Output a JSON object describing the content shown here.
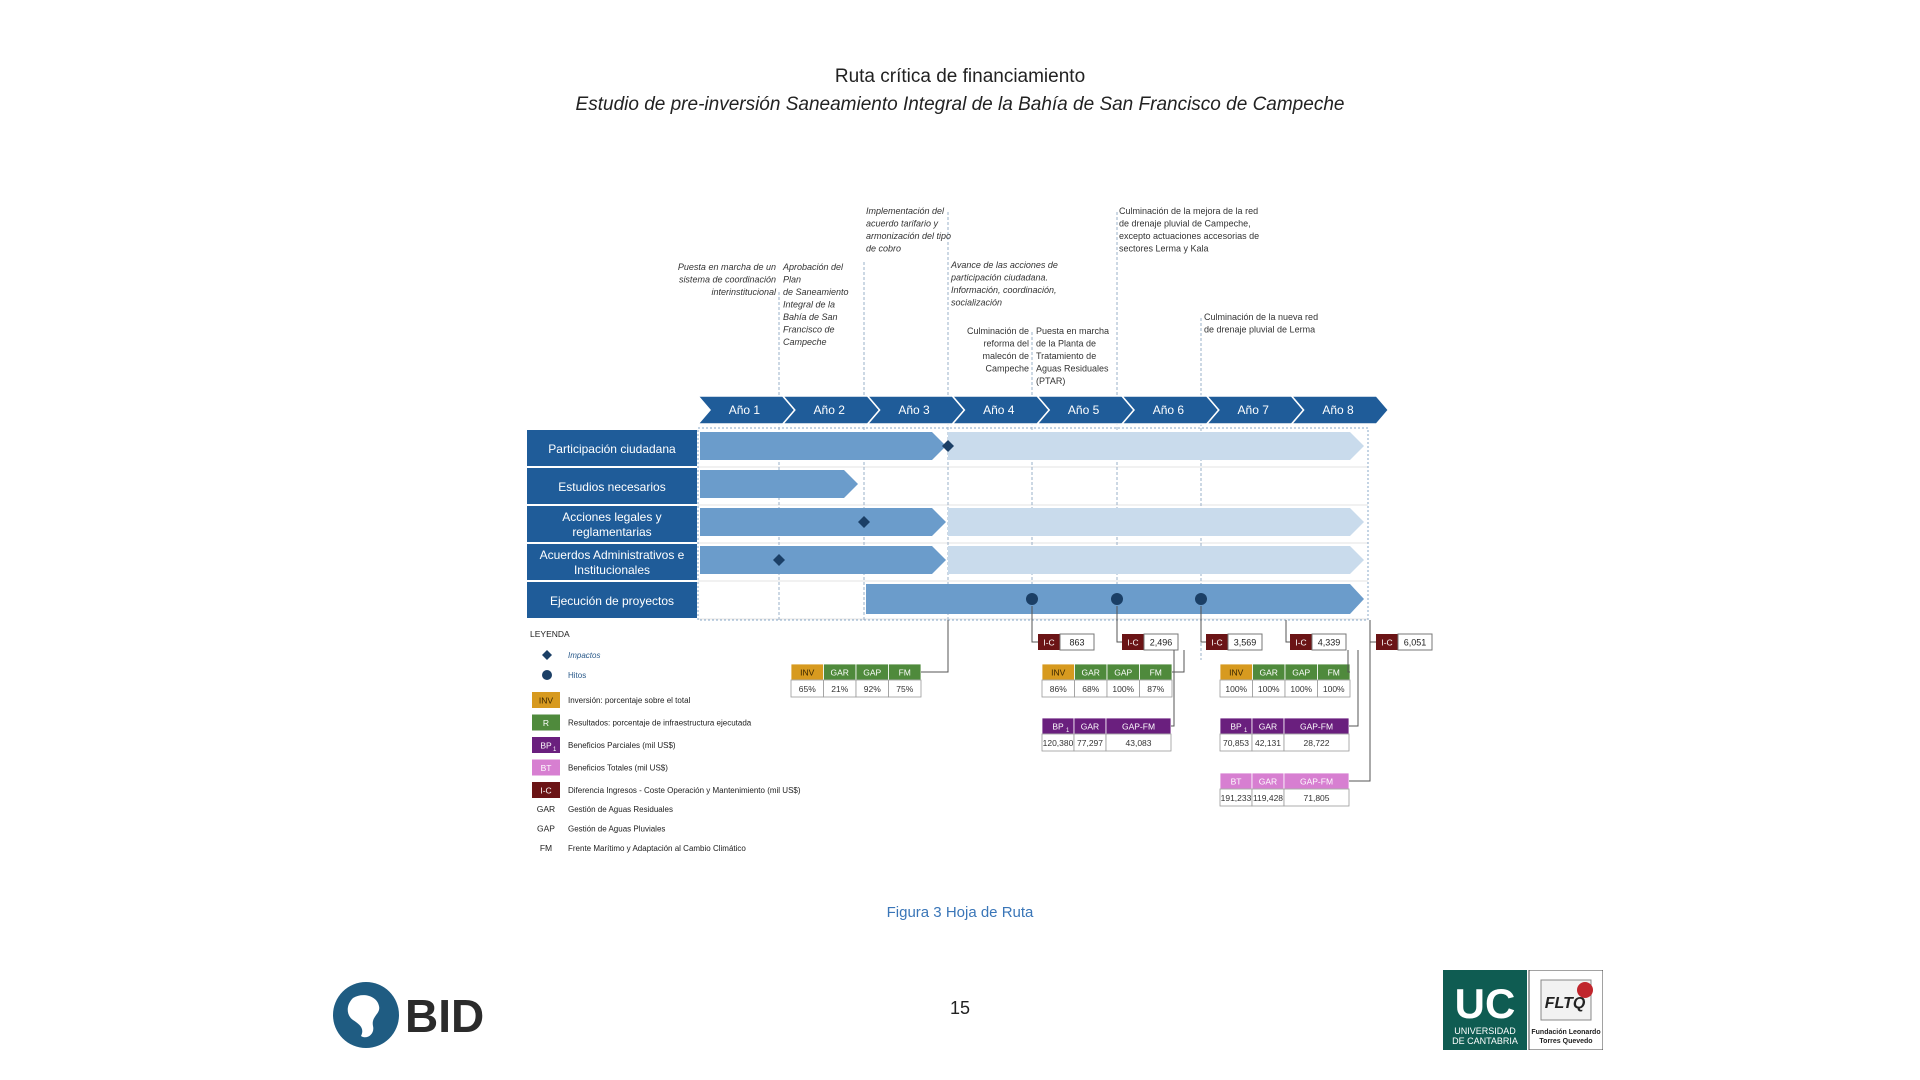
{
  "header": {
    "title": "Ruta crítica de financiamiento",
    "subtitle": "Estudio de pre-inversión Saneamiento Integral de la Bahía de San Francisco de Campeche"
  },
  "years": [
    "Año 1",
    "Año 2",
    "Año 3",
    "Año 4",
    "Año 5",
    "Año 6",
    "Año 7",
    "Año 8"
  ],
  "rows": [
    {
      "label1": "Participación ciudadana",
      "label2": ""
    },
    {
      "label1": "Estudios necesarios",
      "label2": ""
    },
    {
      "label1": "Acciones legales y",
      "label2": "reglamentarias"
    },
    {
      "label1": "Acuerdos Administrativos e",
      "label2": "Institucionales"
    },
    {
      "label1": "Ejecución de proyectos",
      "label2": ""
    }
  ],
  "annotations": {
    "a1": [
      "Puesta en marcha de un",
      "sistema de coordinación",
      "interinstitucional"
    ],
    "a2": [
      "Aprobación del",
      "Plan",
      "de Saneamiento",
      "Integral de la",
      "Bahía de San",
      "Francisco de",
      "Campeche"
    ],
    "a3": [
      "Implementación del",
      "acuerdo tarifario y",
      "armonización del tipo",
      "de cobro"
    ],
    "a4": [
      "Avance de las acciones de",
      "participación ciudadana.",
      "Información, coordinación,",
      "socialización"
    ],
    "a5": [
      "Culminación de",
      "reforma del",
      "malecón de",
      "Campeche"
    ],
    "a6": [
      "Puesta en marcha",
      "de la Planta de",
      "Tratamiento de",
      "Aguas Residuales",
      "(PTAR)"
    ],
    "a7": [
      "Culminación de la mejora de la red",
      "de drenaje pluvial de Campeche,",
      "excepto actuaciones accesorias de",
      "sectores Lerma y Kala"
    ],
    "a8": [
      "Culminación de la nueva red",
      "de drenaje pluvial de Lerma"
    ]
  },
  "ic_boxes": [
    {
      "label": "I-C",
      "value": "863"
    },
    {
      "label": "I-C",
      "value": "2,496"
    },
    {
      "label": "I-C",
      "value": "3,569"
    },
    {
      "label": "I-C",
      "value": "4,339"
    },
    {
      "label": "I-C",
      "value": "6,051"
    }
  ],
  "inv_tables": [
    {
      "headers": [
        "INV",
        "GAR",
        "GAP",
        "FM"
      ],
      "values": [
        "65%",
        "21%",
        "92%",
        "75%"
      ]
    },
    {
      "headers": [
        "INV",
        "GAR",
        "GAP",
        "FM"
      ],
      "values": [
        "86%",
        "68%",
        "100%",
        "87%"
      ]
    },
    {
      "headers": [
        "INV",
        "GAR",
        "GAP",
        "FM"
      ],
      "values": [
        "100%",
        "100%",
        "100%",
        "100%"
      ]
    }
  ],
  "bp_tables": [
    {
      "headers": [
        "BP",
        "GAR",
        "GAP-FM"
      ],
      "sub": "1",
      "values": [
        "120,380",
        "77,297",
        "43,083"
      ]
    },
    {
      "headers": [
        "BP",
        "GAR",
        "GAP-FM"
      ],
      "sub": "1",
      "values": [
        "70,853",
        "42,131",
        "28,722"
      ]
    }
  ],
  "bt_table": {
    "headers": [
      "BT",
      "GAR",
      "GAP-FM"
    ],
    "values": [
      "191,233",
      "119,428",
      "71,805"
    ]
  },
  "legend": {
    "title": "LEYENDA",
    "impactos": "Impactos",
    "hitos": "Hitos",
    "items": [
      {
        "key": "INV",
        "desc": "Inversión: porcentaje sobre el total",
        "color": "#d79a1f"
      },
      {
        "key": "R",
        "desc": "Resultados: porcentaje de infraestructura ejecutada",
        "color": "#4f8a3c"
      },
      {
        "key": "BP",
        "sub": "1",
        "desc": "Beneficios Parciales (mil US$)",
        "color": "#6a1f7e"
      },
      {
        "key": "BT",
        "desc": "Beneficios Totales (mil US$)",
        "color": "#d77fd1"
      },
      {
        "key": "I-C",
        "desc": "Diferencia Ingresos - Coste Operación y Mantenimiento (mil US$)",
        "color": "#6b1416"
      }
    ],
    "abbrev": [
      {
        "key": "GAR",
        "desc": "Gestión de Aguas Residuales"
      },
      {
        "key": "GAP",
        "desc": "Gestión de Aguas Pluviales"
      },
      {
        "key": "FM",
        "desc": "Frente Marítimo y Adaptación al Cambio Climático"
      }
    ]
  },
  "caption": "Figura 3 Hoja de Ruta",
  "page_number": "15",
  "logos": {
    "bid": "BID",
    "uc": "UC",
    "uc_line1": "UNIVERSIDAD",
    "uc_line2": "DE CANTABRIA",
    "fltq": "FLTQ",
    "fltq_line1": "Fundación Leonardo",
    "fltq_line2": "Torres Quevedo"
  },
  "colors": {
    "navy": "#1f5c99",
    "bar": "#6b9ccb",
    "bar_light": "#c9dbec",
    "marker": "#1b3f66",
    "inv": "#d79a1f",
    "green": "#4f8a3c",
    "purple": "#6a1f7e",
    "pink": "#d77fd1",
    "maroon": "#6b1416"
  }
}
